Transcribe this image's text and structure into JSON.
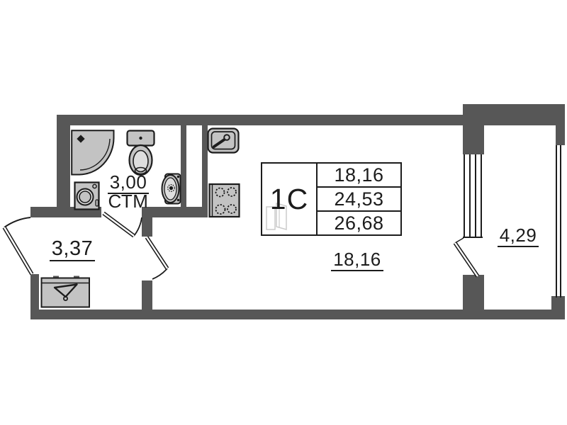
{
  "colors": {
    "wall": "#575757",
    "line": "#1c1c1c",
    "fixture": "#c3c3c3",
    "fixture_light": "#dedede",
    "text": "#1c1c1c",
    "bg": "#ffffff",
    "sketch": "#cbcbcb"
  },
  "info_table": {
    "unit_label": "1С",
    "rows": [
      "18,16",
      "24,53",
      "26,68"
    ]
  },
  "rooms": {
    "bathroom": {
      "area": "3,00",
      "name": "СТМ"
    },
    "hallway": {
      "area": "3,37"
    },
    "living_room": {
      "area": "18,16"
    },
    "balcony": {
      "area": "4,29"
    }
  },
  "icons": [
    "shower",
    "toilet",
    "washing-machine",
    "bathroom-sink",
    "kitchen-sink",
    "stove",
    "wardrobe-hanger",
    "building-sketch",
    "entrance-door",
    "bathroom-door",
    "living-room-door",
    "balcony-door",
    "balcony-window"
  ]
}
